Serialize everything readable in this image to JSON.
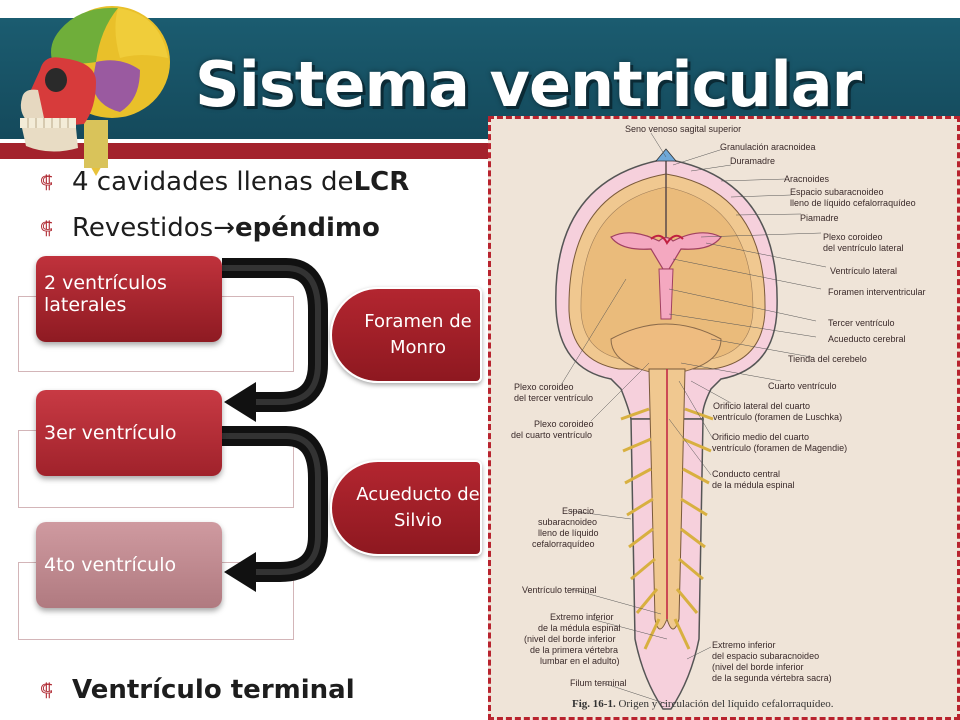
{
  "slide": {
    "title": "Sistema ventricular",
    "bullets": [
      {
        "text": "4 cavidades llenas de ",
        "bold": "LCR"
      },
      {
        "text": "Revestidos",
        "arrow": "→",
        "bold": " epéndimo"
      },
      {
        "text": "",
        "bold": "Ventrículo terminal"
      }
    ]
  },
  "diagram": {
    "ventricles": [
      {
        "label": "2 ventrículos laterales"
      },
      {
        "label": "3er ventrículo"
      },
      {
        "label": "4to ventrículo"
      }
    ],
    "connectors": [
      {
        "label": "Foramen de Monro"
      },
      {
        "label": "Acueducto de Silvio"
      }
    ]
  },
  "figure": {
    "labels": {
      "seno": "Seno venoso sagital superior",
      "granulacion": "Granulación aracnoidea",
      "duramadre": "Duramadre",
      "aracnoides": "Aracnoides",
      "espacio1": "Espacio subaracnoideo",
      "espacio1b": "lleno de líquido cefalorraquídeo",
      "piamadre": "Piamadre",
      "plexo_lat": "Plexo coroideo",
      "plexo_lat_b": "del ventrículo lateral",
      "ventriculo_lat": "Ventrículo lateral",
      "foramen_inter": "Foramen interventricular",
      "tercer": "Tercer ventrículo",
      "acueducto": "Acueducto cerebral",
      "tienda": "Tienda del cerebelo",
      "cuarto": "Cuarto ventrículo",
      "orificio_lat": "Orificio lateral del cuarto",
      "orificio_lat_b": "ventrículo (foramen de Luschka)",
      "orificio_med": "Orificio medio del cuarto",
      "orificio_med_b": "ventrículo (foramen de Magendie)",
      "conducto": "Conducto central",
      "conducto_b": "de la médula espinal",
      "plexo_ter": "Plexo coroideo",
      "plexo_ter_b": "del tercer ventrículo",
      "plexo_cua": "Plexo coroideo",
      "plexo_cua_b": "del cuarto ventrículo",
      "espacio2a": "Espacio",
      "espacio2b": "subaracnoideo",
      "espacio2c": "lleno de líquido",
      "espacio2d": "cefalorraquídeo",
      "vterminal": "Ventrículo terminal",
      "ext1a": "Extremo inferior",
      "ext1b": "de la médula espinal",
      "ext1c": "(nivel del borde inferior",
      "ext1d": "de la primera vértebra",
      "ext1e": "lumbar en el adulto)",
      "filum": "Filum terminal",
      "ext2a": "Extremo inferior",
      "ext2b": "del espacio subaracnoideo",
      "ext2c": "(nivel del borde inferior",
      "ext2d": "de la segunda vértebra sacra)"
    },
    "caption_num": "Fig. 16-1.",
    "caption_text": " Origen y circulación del líquido cefalorraquídeo."
  }
}
